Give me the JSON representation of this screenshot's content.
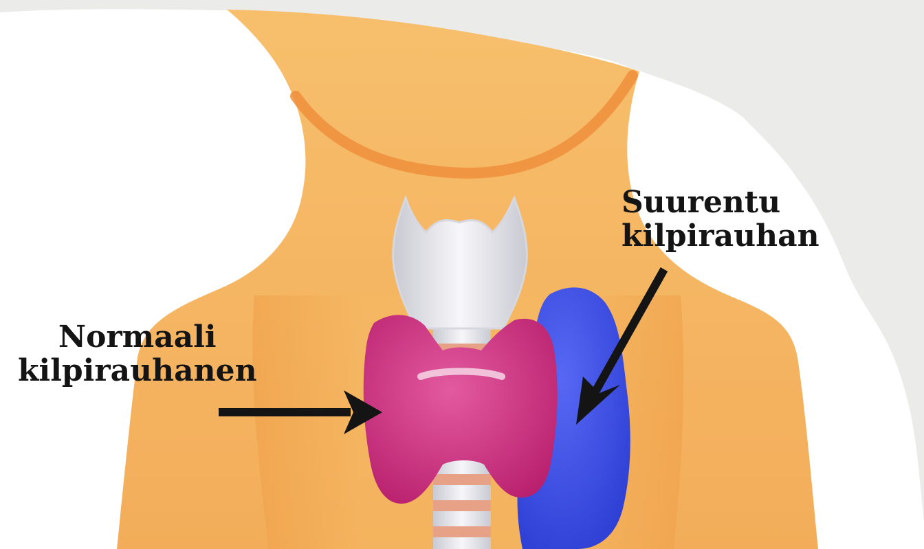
{
  "diagram": {
    "labels": {
      "normal_line1": "Normaali",
      "normal_line2": "kilpirauhanen",
      "enlarged_line1": "Suurentu",
      "enlarged_line2": "kilpirauhan"
    },
    "parts": [
      "neck",
      "larynx",
      "trachea",
      "normal-thyroid",
      "enlarged-thyroid",
      "arrow"
    ],
    "colors": {
      "background": "#ebebea",
      "paper": "#ffffff",
      "skin": "#f6b75e",
      "skin_shadow": "#ee9a44",
      "normal_thyroid": "#d33a86",
      "enlarged_thyroid": "#3d4ee6",
      "cartilage": "#e9e9ee",
      "arrow": "#141414"
    }
  }
}
